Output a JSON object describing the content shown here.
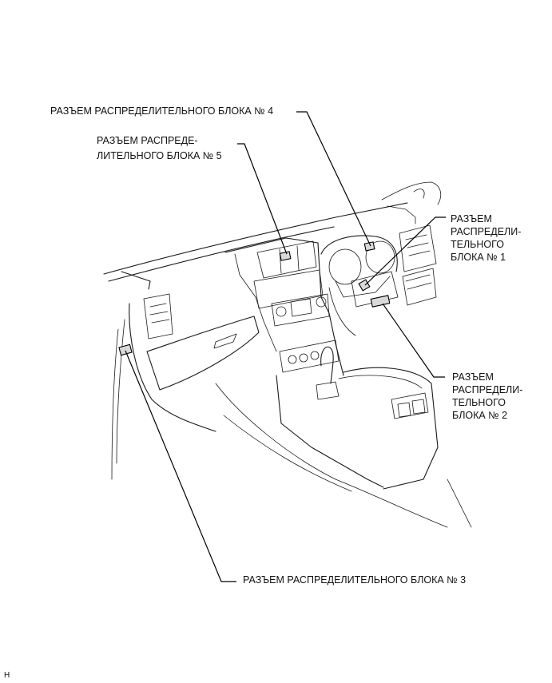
{
  "labels": {
    "jb4": [
      "РАЗЪЕМ РАСПРЕДЕЛИТЕЛЬНОГО БЛОКА № 4"
    ],
    "jb5": [
      "РАЗЪЕМ РАСПРЕДЕ-",
      "ЛИТЕЛЬНОГО БЛОКА № 5"
    ],
    "jb1": [
      "РАЗЪЕМ",
      "РАСПРЕДЕЛИ-",
      "ТЕЛЬНОГО",
      "БЛОКА № 1"
    ],
    "jb2": [
      "РАЗЪЕМ",
      "РАСПРЕДЕЛИ-",
      "ТЕЛЬНОГО",
      "БЛОКА № 2"
    ],
    "jb3": [
      "РАЗЪЕМ РАСПРЕДЕЛИТЕЛЬНОГО БЛОКА № 3"
    ]
  },
  "corner_mark": "H"
}
